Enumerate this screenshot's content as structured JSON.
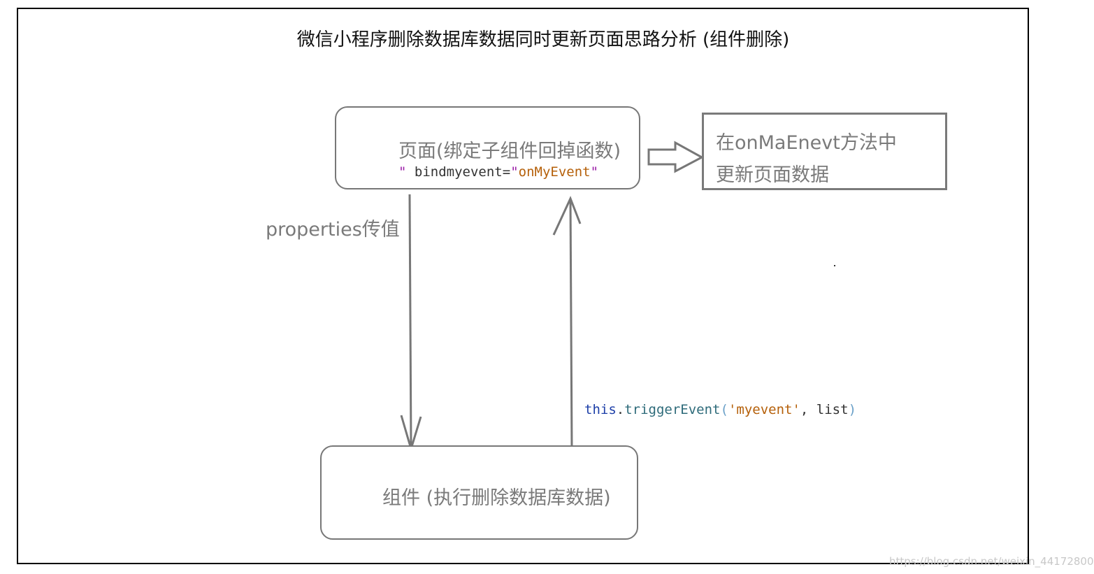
{
  "title": "微信小程序删除数据库数据同时更新页面思路分析 (组件删除)",
  "page_box": {
    "label": "页面(绑定子组件回掉函数)",
    "code": {
      "q1": "\"",
      "attr": " bindmyevent",
      "eq": "=",
      "q2": "\"",
      "value": "onMyEvent",
      "q3": "\""
    }
  },
  "update_box": {
    "line1": "在onMaEnevt方法中",
    "line2": "更新页面数据"
  },
  "component_box": {
    "label": "组件 (执行删除数据库数据)"
  },
  "properties_label": "properties传值",
  "trigger_code": {
    "obj": "this",
    "dot": ".",
    "method": "triggerEvent",
    "paren_open": "(",
    "arg1": "'myevent'",
    "comma": ",",
    "arg2": " list",
    "paren_close": ")"
  },
  "watermark": "https://blog.csdn.net/weixin_44172800",
  "colors": {
    "frame": "#000000",
    "box_border": "#777777",
    "label_gray": "#7a7a7a",
    "code_purple": "#9b1fa8",
    "code_orange": "#b5600a",
    "code_blue": "#1d3fa8"
  }
}
